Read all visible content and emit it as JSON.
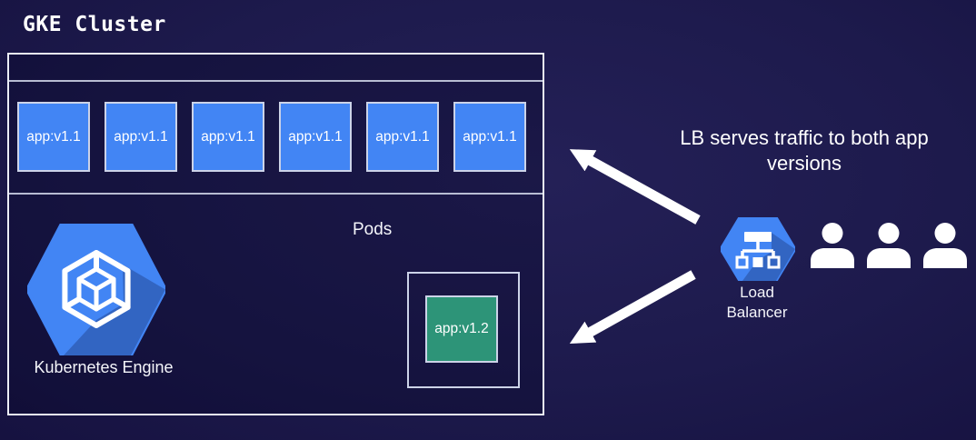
{
  "title": "GKE Cluster",
  "pods": {
    "v1_label": "app:v1.1",
    "v1_count": 6,
    "section_label": "Pods",
    "v2_label": "app:v1.2"
  },
  "gke": {
    "label": "Kubernetes Engine"
  },
  "annotation": {
    "line1": "LB serves traffic to both app",
    "line2": "versions"
  },
  "load_balancer": {
    "label_line1": "Load",
    "label_line2": "Balancer"
  },
  "users_count": 3,
  "colors": {
    "background": "#1d1a4c",
    "pod_v1": "#4285f4",
    "pod_v2": "#2d9478",
    "icon_blue": "#4285f4",
    "arrow": "#ffffff",
    "box_border": "#ccd3e8",
    "cluster_border": "#eceef7"
  }
}
